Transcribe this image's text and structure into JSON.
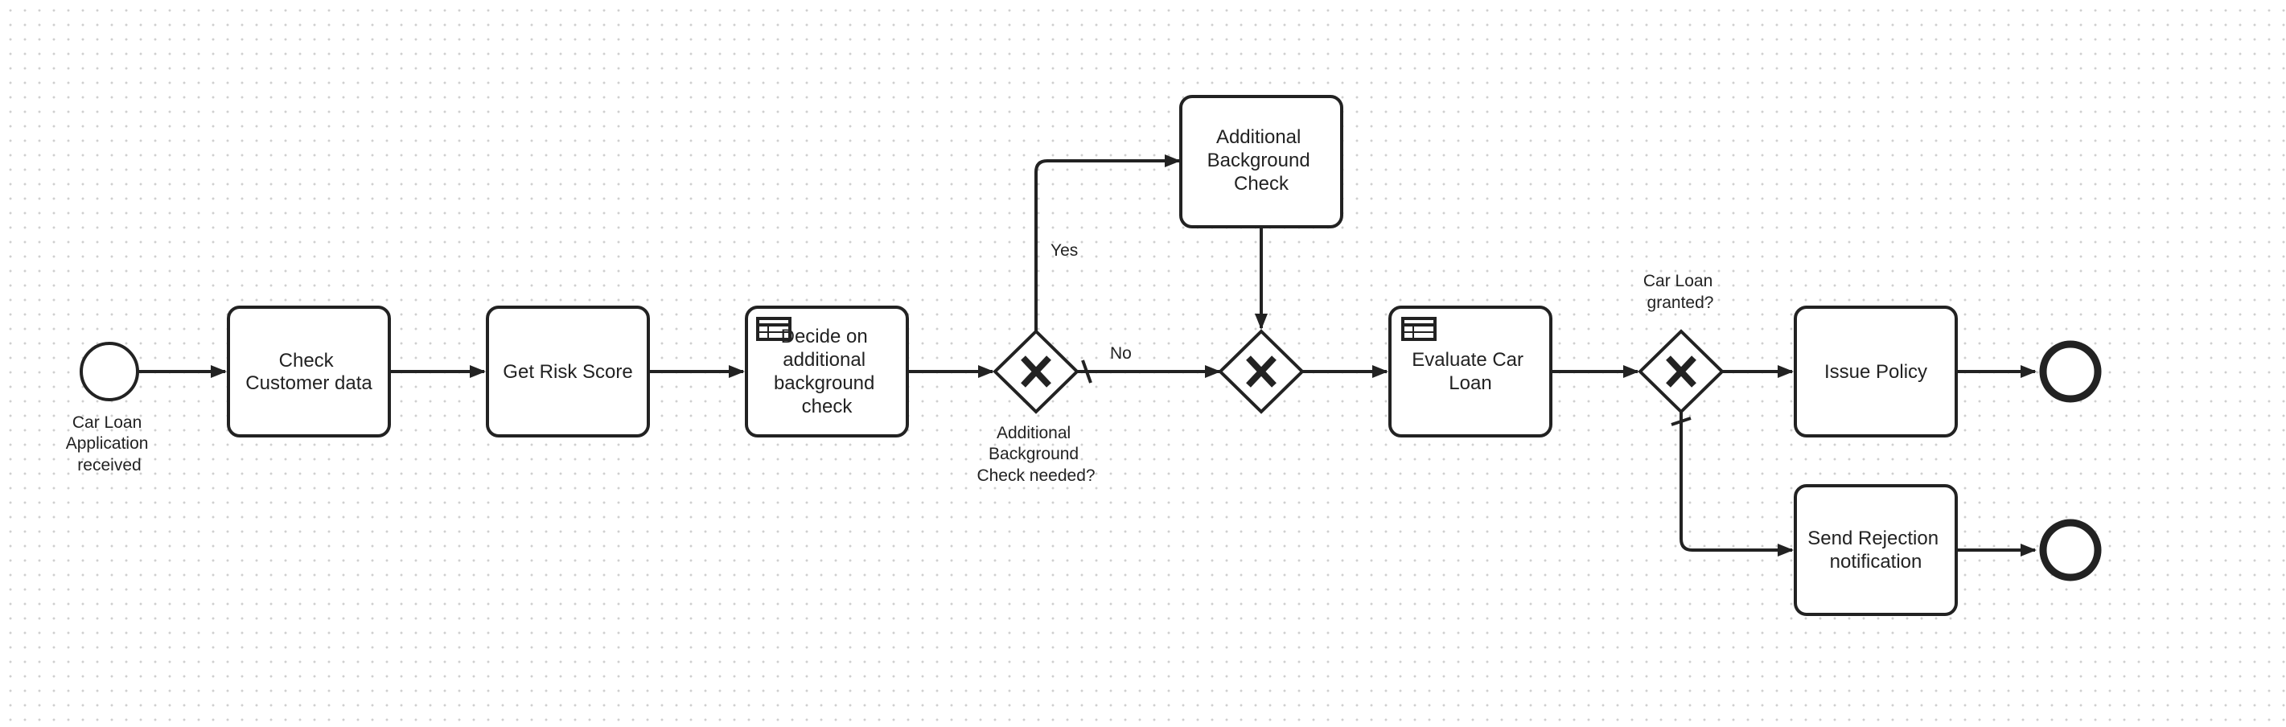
{
  "diagram": {
    "start_event": {
      "label": [
        "Car Loan",
        "Application",
        "received"
      ]
    },
    "tasks": {
      "check_customer": {
        "label": [
          "Check",
          "Customer data"
        ]
      },
      "get_risk_score": {
        "label": [
          "Get Risk Score"
        ]
      },
      "decide_background": {
        "label": [
          "Decide on",
          "additional",
          "background",
          "check"
        ],
        "icon": "table-icon"
      },
      "additional_background": {
        "label": [
          "Additional",
          "Background",
          "Check"
        ]
      },
      "evaluate_loan": {
        "label": [
          "Evaluate Car",
          "Loan"
        ],
        "icon": "table-icon"
      },
      "issue_policy": {
        "label": [
          "Issue Policy"
        ]
      },
      "send_rejection": {
        "label": [
          "Send Rejection",
          "notification"
        ]
      }
    },
    "gateways": {
      "background_needed": {
        "label": [
          "Additional",
          "Background",
          "Check needed?"
        ]
      },
      "join": {
        "label": []
      },
      "loan_granted": {
        "label": [
          "Car Loan",
          "granted?"
        ]
      }
    },
    "flow_labels": {
      "yes": "Yes",
      "no": "No"
    },
    "colors": {
      "stroke": "#222222",
      "fill": "#ffffff",
      "grid_dot": "#cfcfcf"
    }
  }
}
